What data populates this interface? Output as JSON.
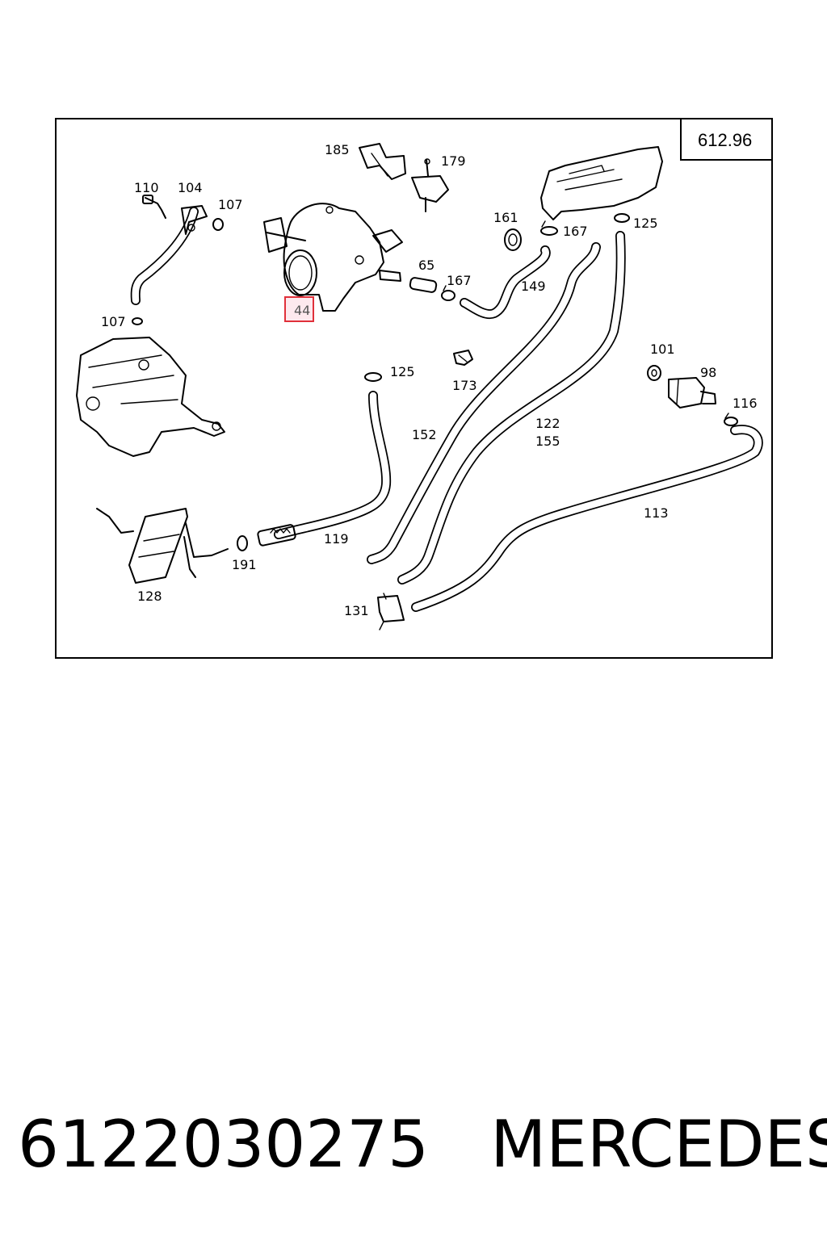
{
  "drawing_number": "612.96",
  "highlighted_part": "44",
  "labels": {
    "p185": "185",
    "p179": "179",
    "p110": "110",
    "p104": "104",
    "p107a": "107",
    "p161": "161",
    "p167a": "167",
    "p125a": "125",
    "p65": "65",
    "p167b": "167",
    "p149": "149",
    "p107b": "107",
    "p101": "101",
    "p98": "98",
    "p116": "116",
    "p125b": "125",
    "p173": "173",
    "p122": "122",
    "p155": "155",
    "p152": "152",
    "p113": "113",
    "p119": "119",
    "p191": "191",
    "p128": "128",
    "p131": "131"
  },
  "caption": {
    "part_number": "6122030275",
    "brand": "MERCEDES"
  }
}
